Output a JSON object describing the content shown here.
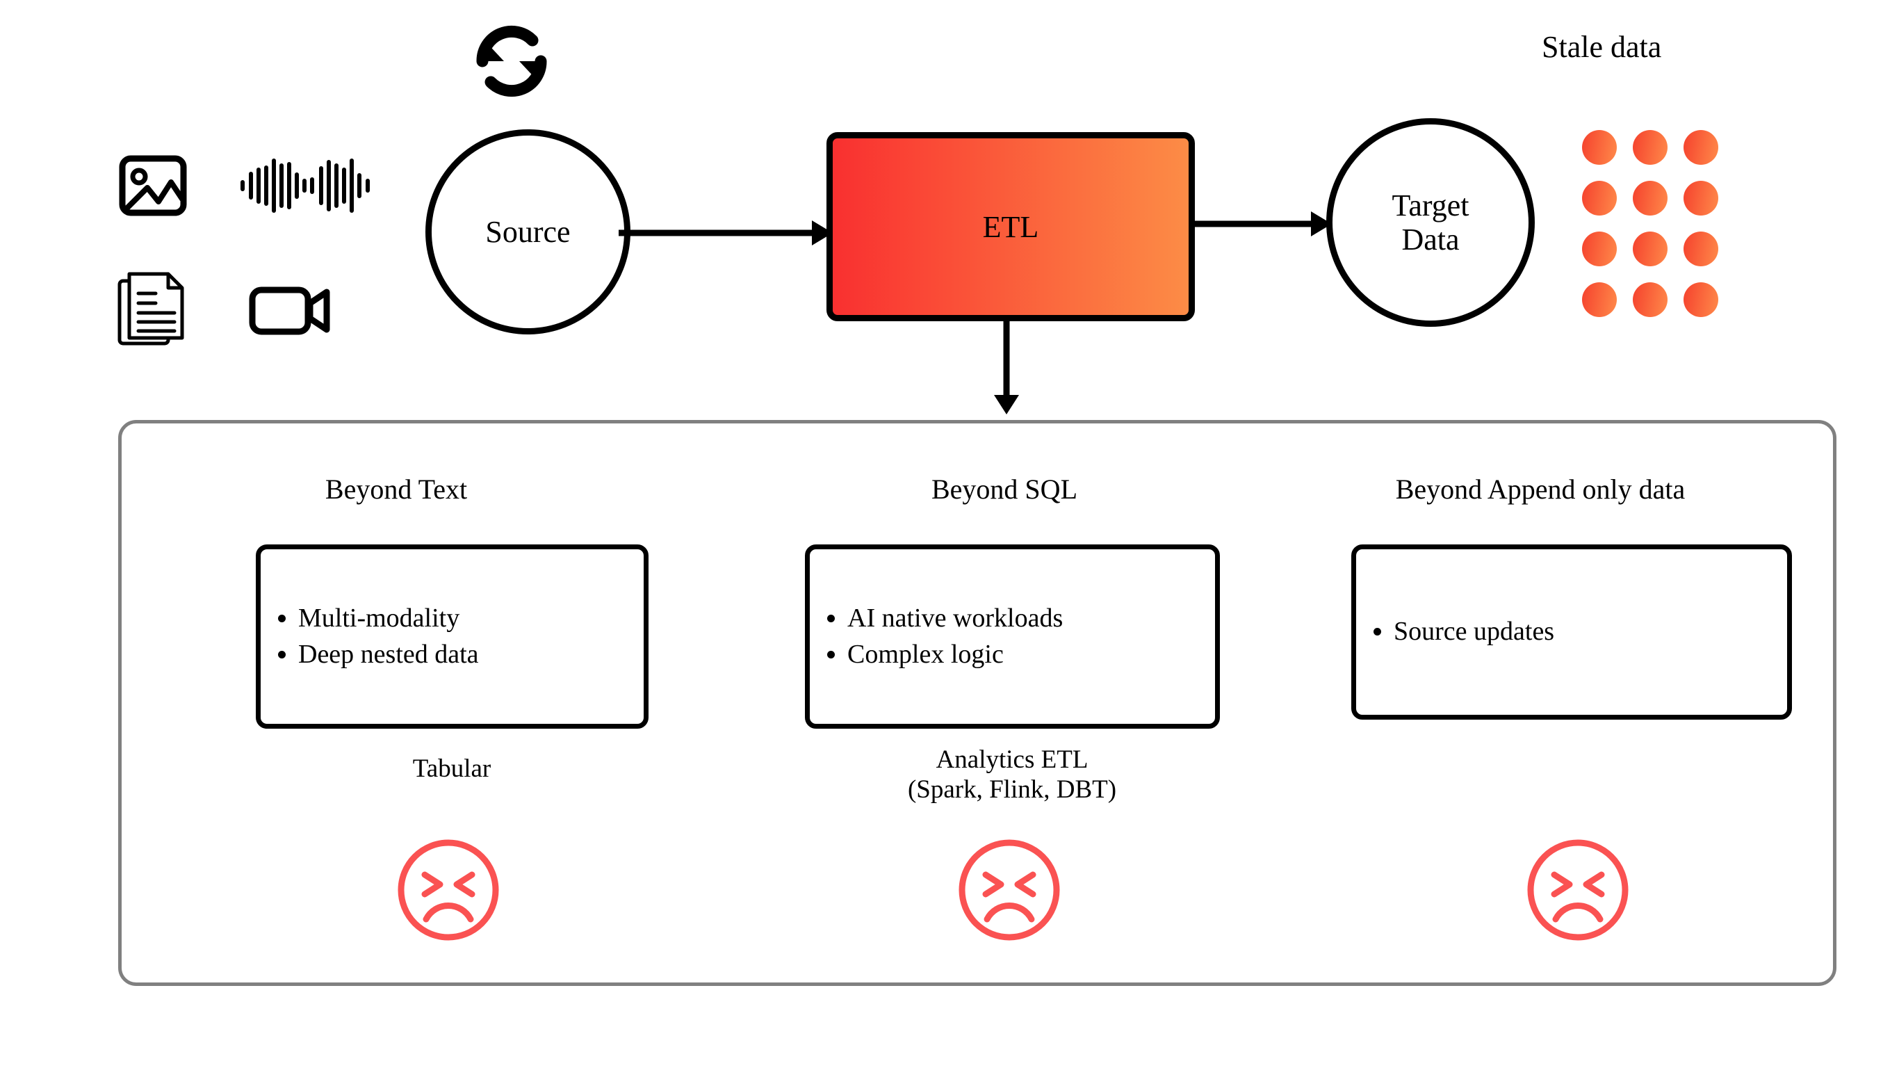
{
  "diagram": {
    "title_stale": "Stale data",
    "nodes": {
      "source": "Source",
      "etl": "ETL",
      "target_line1": "Target",
      "target_line2": "Data"
    },
    "sync_icon": "refresh-sync-icon",
    "modality_icons": [
      "image-icon",
      "audio-waveform-icon",
      "document-icon",
      "video-camera-icon"
    ],
    "colors": {
      "etl_gradient_start": "#F93030",
      "etl_gradient_end": "#FC8C46",
      "dot_gradient_start": "#F5412D",
      "dot_gradient_end": "#FF8A4A",
      "sad_face": "#FA5252",
      "panel_border": "#808080",
      "stroke": "#000000"
    },
    "stale_dots": {
      "columns": 3,
      "rows": 4,
      "count": 12
    },
    "columns": [
      {
        "title": "Beyond Text",
        "bullets": [
          "Multi-modality",
          "Deep nested data"
        ],
        "caption": "Tabular",
        "status_icon": "sad-face-icon"
      },
      {
        "title": "Beyond SQL",
        "bullets": [
          "AI native workloads",
          "Complex logic"
        ],
        "caption": "Analytics ETL\n(Spark, Flink, DBT)",
        "status_icon": "sad-face-icon"
      },
      {
        "title": "Beyond Append only data",
        "bullets": [
          "Source updates"
        ],
        "caption": "",
        "status_icon": "sad-face-icon"
      }
    ]
  }
}
